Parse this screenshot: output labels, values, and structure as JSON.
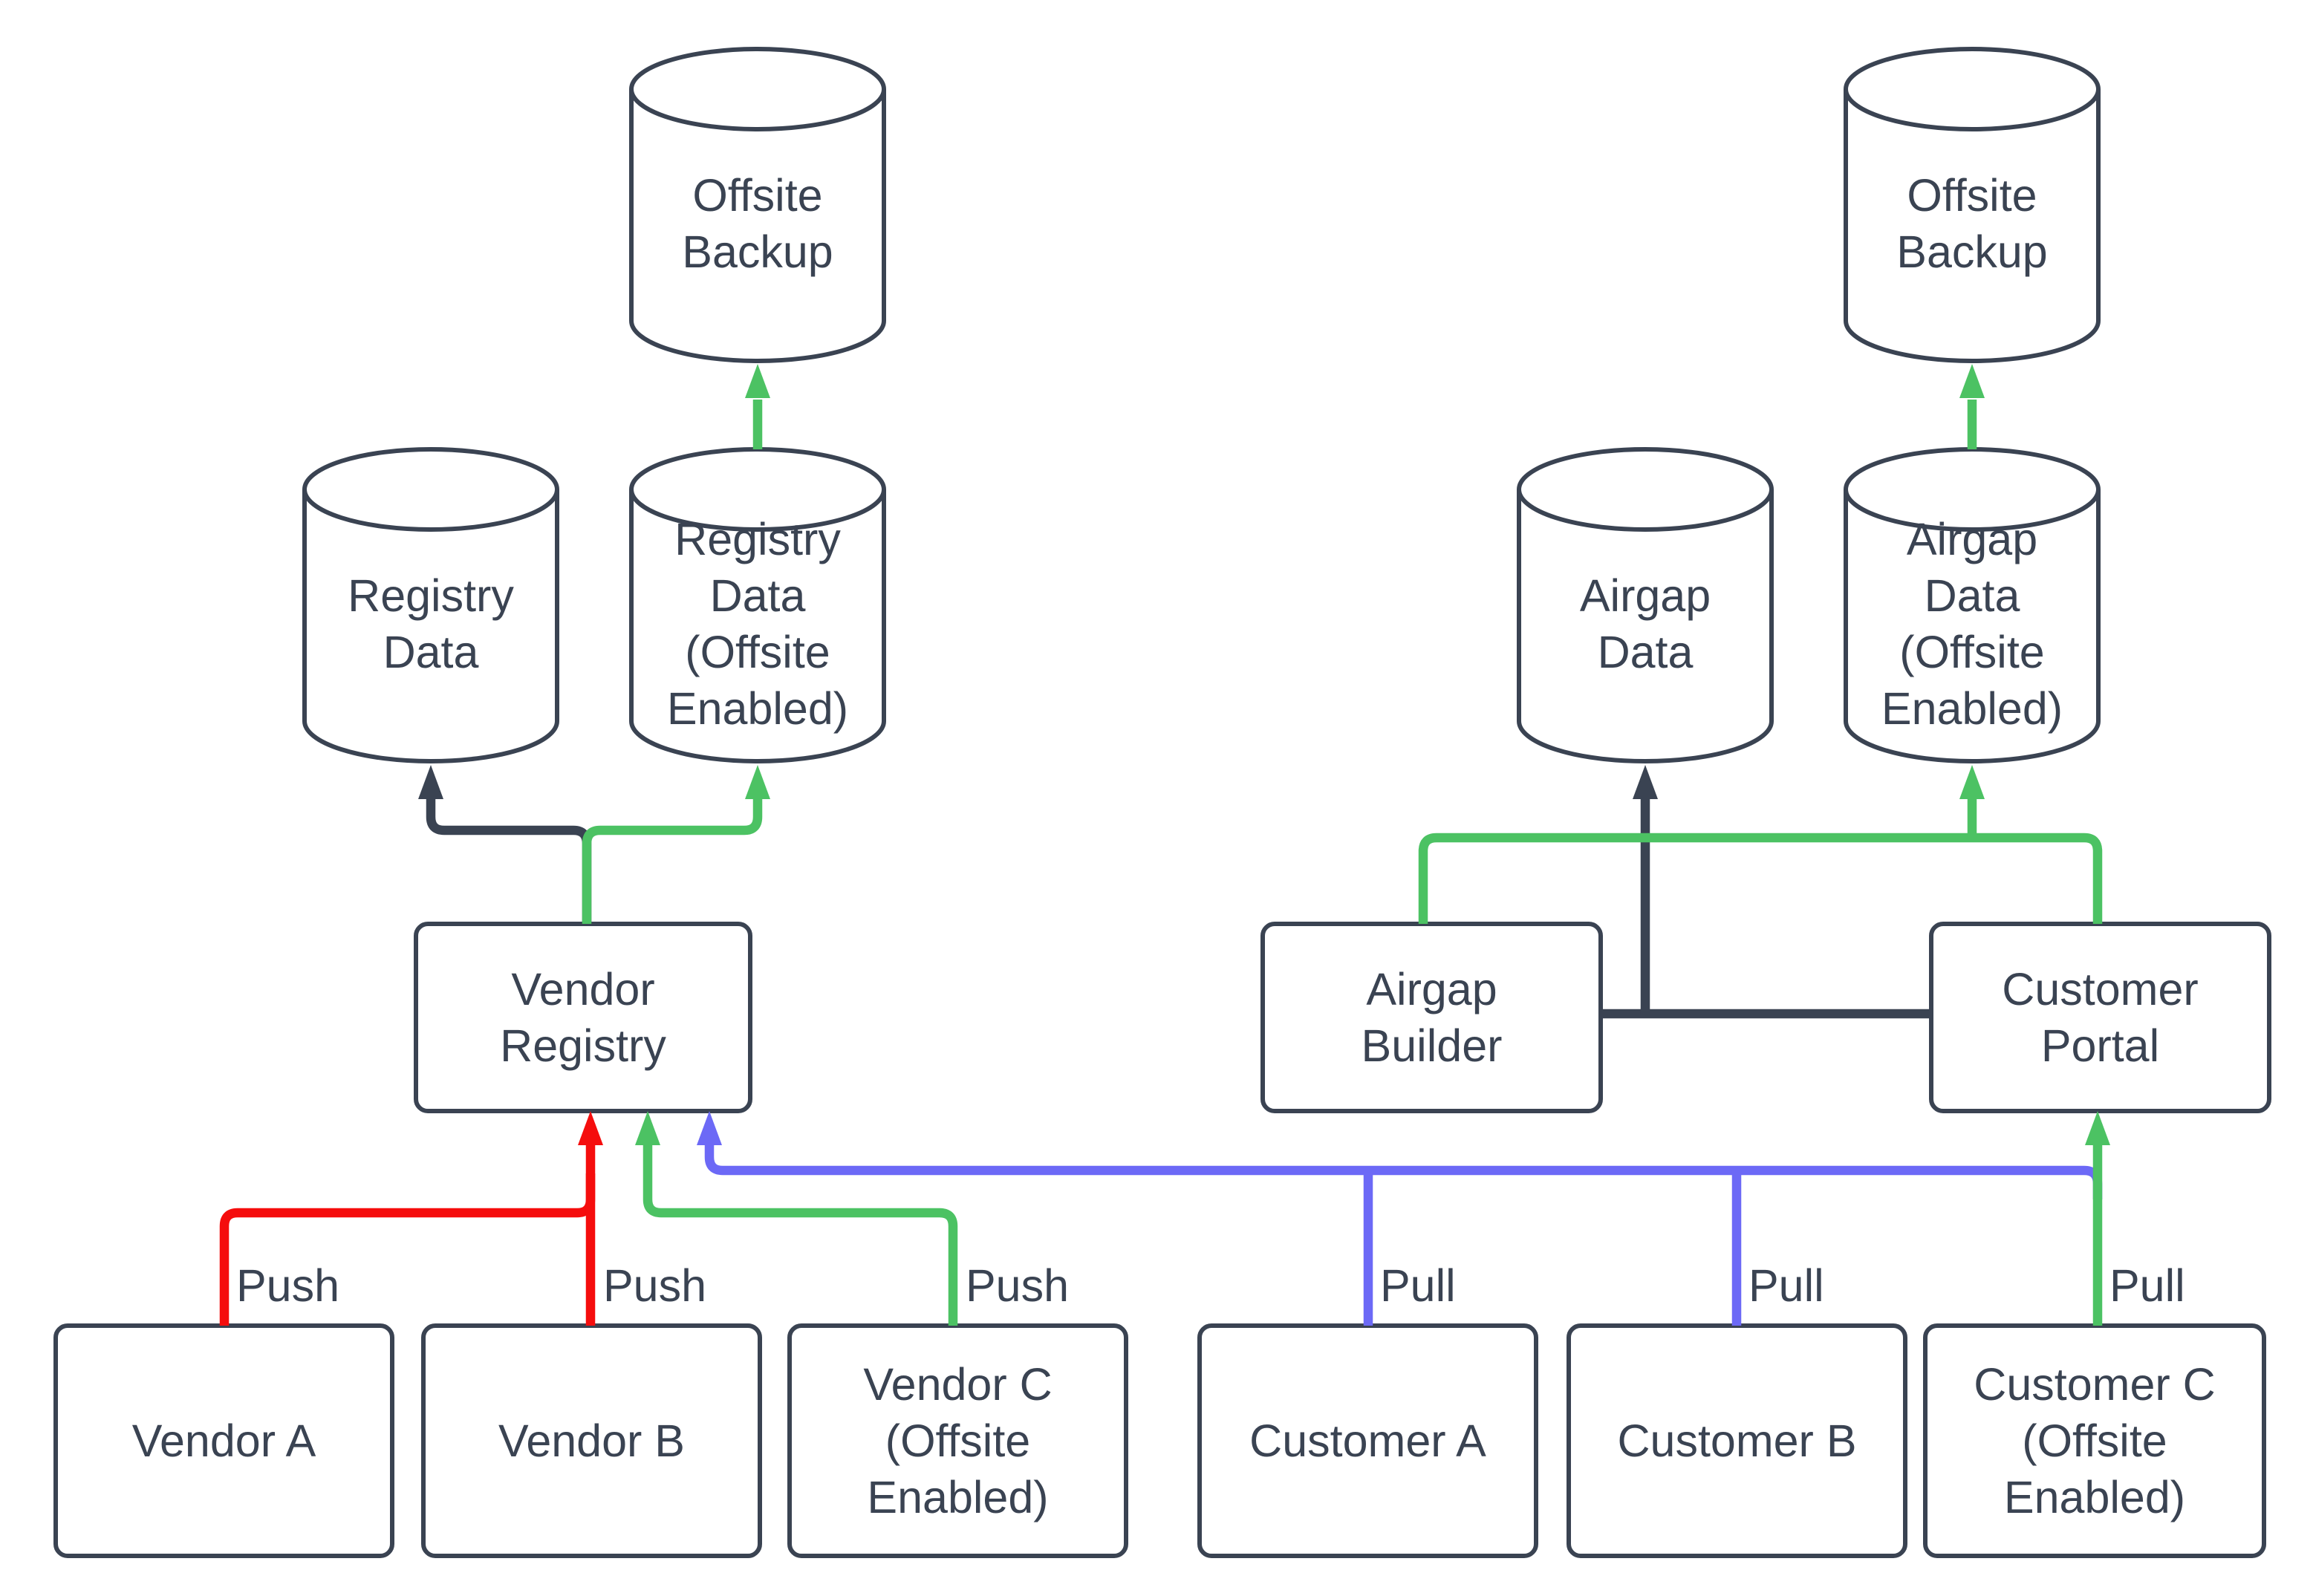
{
  "diagram": {
    "colors": {
      "outline": "#3a4352",
      "dark": "#3a4352",
      "red": "#f50d0d",
      "green": "#4cc263",
      "blue": "#6c69f6",
      "background": "#ffffff"
    },
    "nodes": {
      "offsite_backup_left": {
        "label": "Offsite\nBackup",
        "shape": "cylinder"
      },
      "registry_data": {
        "label": "Registry\nData",
        "shape": "cylinder"
      },
      "registry_data_offsite": {
        "label": "Registry\nData\n(Offsite\nEnabled)",
        "shape": "cylinder"
      },
      "vendor_registry": {
        "label": "Vendor\nRegistry",
        "shape": "box"
      },
      "vendor_a": {
        "label": "Vendor A",
        "shape": "box"
      },
      "vendor_b": {
        "label": "Vendor B",
        "shape": "box"
      },
      "vendor_c": {
        "label": "Vendor C\n(Offsite\nEnabled)",
        "shape": "box"
      },
      "airgap_data": {
        "label": "Airgap\nData",
        "shape": "cylinder"
      },
      "airgap_data_offsite": {
        "label": "Airgap\nData\n(Offsite\nEnabled)",
        "shape": "cylinder"
      },
      "offsite_backup_right": {
        "label": "Offsite\nBackup",
        "shape": "cylinder"
      },
      "airgap_builder": {
        "label": "Airgap\nBuilder",
        "shape": "box"
      },
      "customer_portal": {
        "label": "Customer\nPortal",
        "shape": "box"
      },
      "customer_a": {
        "label": "Customer A",
        "shape": "box"
      },
      "customer_b": {
        "label": "Customer B",
        "shape": "box"
      },
      "customer_c": {
        "label": "Customer C\n(Offsite\nEnabled)",
        "shape": "box"
      }
    },
    "edge_labels": {
      "vendor_a_push": "Push",
      "vendor_b_push": "Push",
      "vendor_c_push": "Push",
      "customer_a_pull": "Pull",
      "customer_b_pull": "Pull",
      "customer_c_pull": "Pull"
    }
  }
}
